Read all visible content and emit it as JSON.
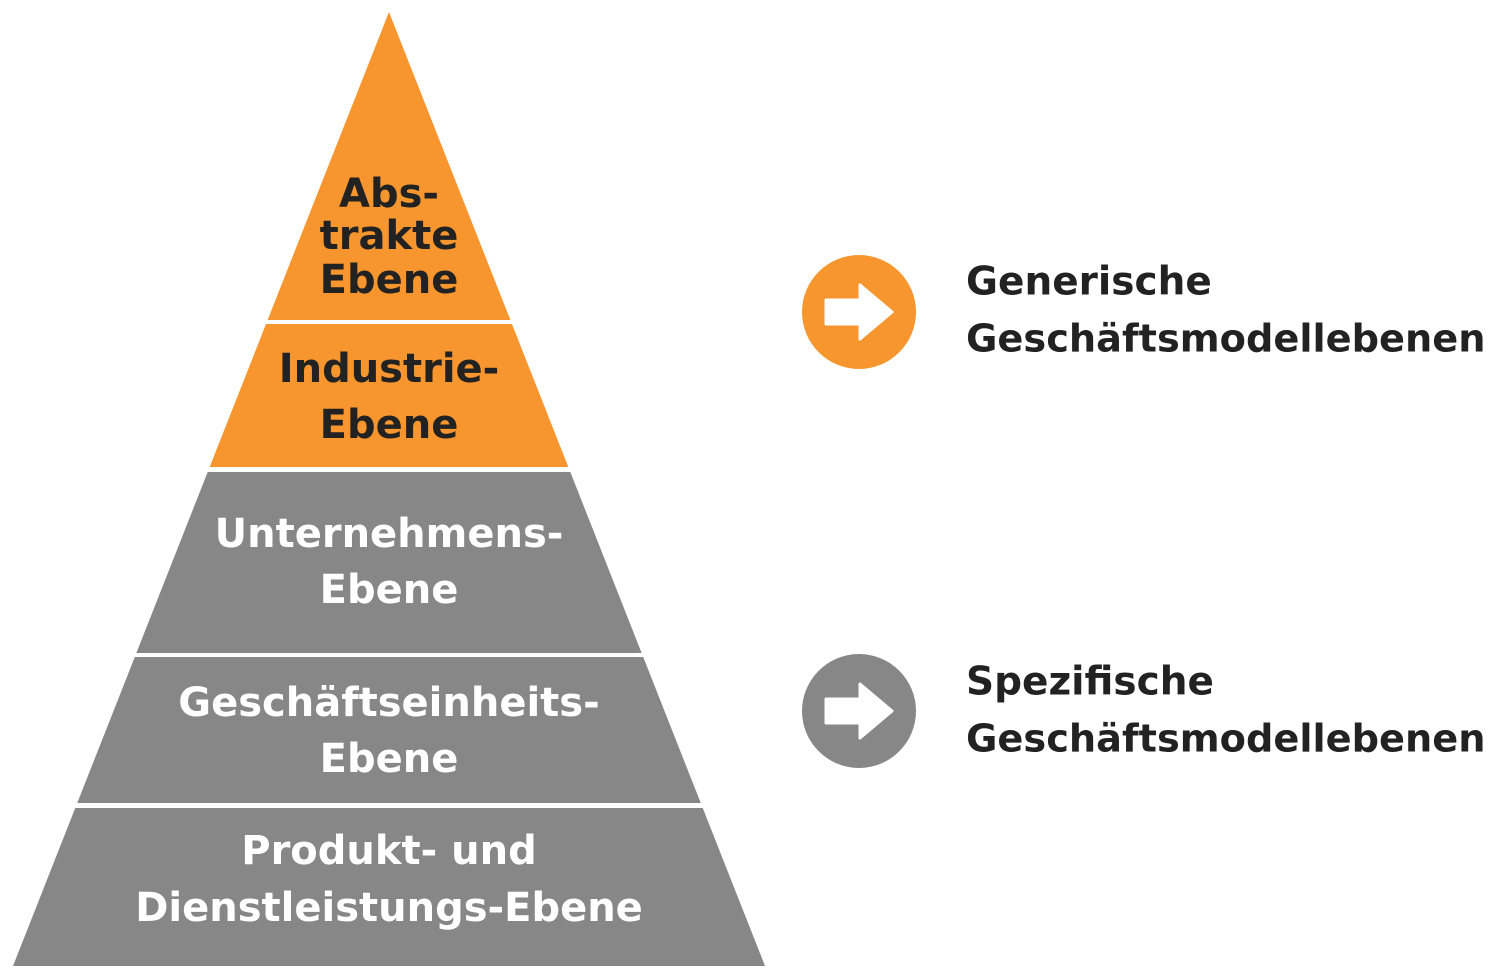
{
  "colors": {
    "orange": "#F7962E",
    "gray": "#878787",
    "separator": "#ffffff",
    "dark_text": "#222222",
    "light_text": "#ffffff",
    "arrow_glyph": "#ffffff"
  },
  "pyramid": {
    "levels": [
      {
        "lines": [
          "Abs-",
          "trakte",
          "Ebene"
        ],
        "color_key": "orange",
        "text_color_key": "dark_text"
      },
      {
        "lines": [
          "Industrie-",
          "Ebene"
        ],
        "color_key": "orange",
        "text_color_key": "dark_text"
      },
      {
        "lines": [
          "Unternehmens-",
          "Ebene"
        ],
        "color_key": "gray",
        "text_color_key": "light_text"
      },
      {
        "lines": [
          "Geschäftseinheits-",
          "Ebene"
        ],
        "color_key": "gray",
        "text_color_key": "light_text"
      },
      {
        "lines": [
          "Produkt- und",
          "Dienstleistungs-Ebene"
        ],
        "color_key": "gray",
        "text_color_key": "light_text"
      }
    ]
  },
  "categories": [
    {
      "lines": [
        "Generische",
        "Geschäftsmodellebenen"
      ],
      "icon": "arrow-right-icon",
      "color_key": "orange"
    },
    {
      "lines": [
        "Spezifische",
        "Geschäftsmodellebenen"
      ],
      "icon": "arrow-right-icon",
      "color_key": "gray"
    }
  ]
}
